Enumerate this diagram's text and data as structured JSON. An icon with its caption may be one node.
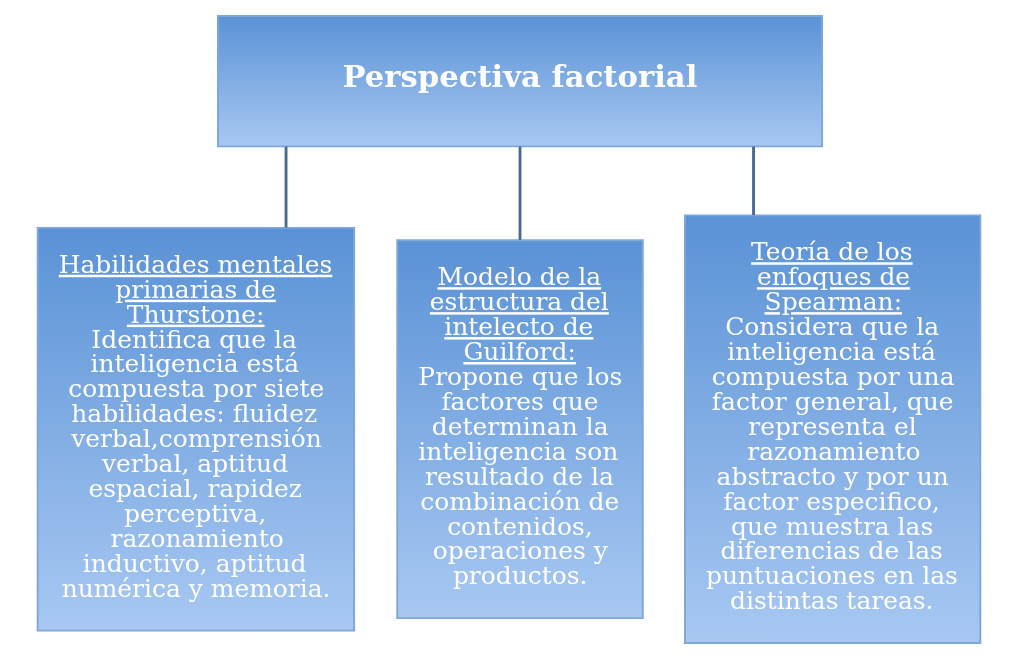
{
  "diagram": {
    "nodes": [
      {
        "text": [
          "Perspectiva factorial"
        ]
      },
      {
        "text": [
          "Habilidades mentales primarias de Thurstone:",
          "Identifica que la inteligencia está compuesta por siete habilidades: fluidez verbal,comprensión verbal, aptitud espacial, rapidez perceptiva, razonamiento inductivo, aptitud numérica y memoria."
        ]
      },
      {
        "text": [
          "Modelo de la estructura del intelecto de Guilford:",
          "Propone que los factores que determinan la inteligencia son resultado de la combinación de contenidos, operaciones y productos."
        ]
      },
      {
        "text": [
          "Teoría de los enfoques de Spearman:",
          "Considera que la inteligencia está compuesta por una factor general, que representa el razonamiento abstracto y por un factor especifico, que muestra las diferencias de las puntuaciones en las distintas tareas."
        ]
      }
    ],
    "edges": [
      {
        "from": 0,
        "to": 1,
        "arrow": "none"
      },
      {
        "from": 0,
        "to": 2,
        "arrow": "none"
      },
      {
        "from": 0,
        "to": 3,
        "arrow": "none"
      }
    ]
  }
}
